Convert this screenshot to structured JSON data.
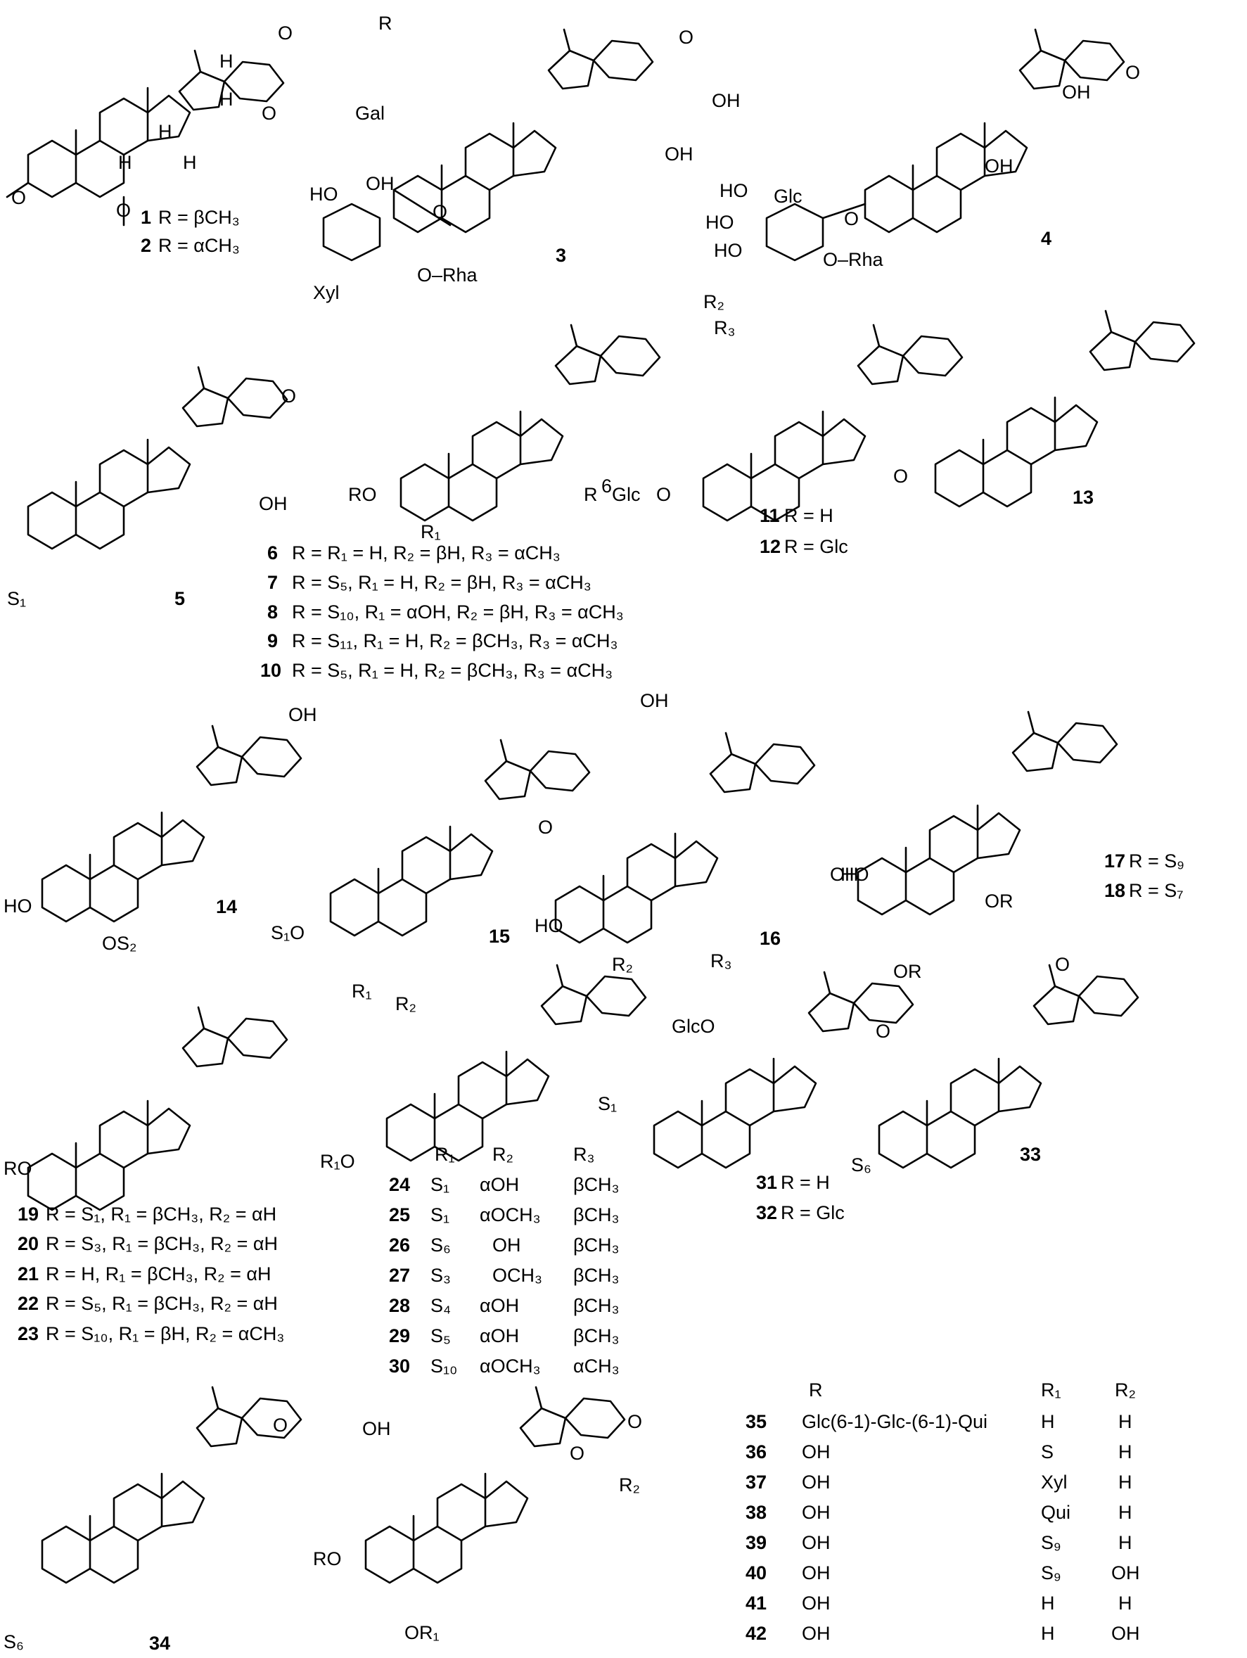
{
  "compounds": [
    {
      "id": "c1",
      "num": "1",
      "sub": "R = βCH₃"
    },
    {
      "id": "c2",
      "num": "2",
      "sub": "R = αCH₃"
    },
    {
      "id": "c3",
      "num": "3",
      "sub": ""
    },
    {
      "id": "c4",
      "num": "4",
      "sub": ""
    },
    {
      "id": "c5",
      "num": "5",
      "sub": ""
    },
    {
      "id": "c6",
      "num": "6",
      "sub": "R = R₁ = H, R₂ = βH, R₃ = αCH₃"
    },
    {
      "id": "c7",
      "num": "7",
      "sub": "R = S₅, R₁ = H, R₂ = βH, R₃ = αCH₃"
    },
    {
      "id": "c8",
      "num": "8",
      "sub": "R = S₁₀, R₁ = αOH, R₂ = βH, R₃ = αCH₃"
    },
    {
      "id": "c9",
      "num": "9",
      "sub": "R = S₁₁, R₁ = H, R₂ = βCH₃, R₃ = αCH₃"
    },
    {
      "id": "c10",
      "num": "10",
      "sub": "R = S₅, R₁ = H, R₂ = βCH₃, R₃ = αCH₃"
    },
    {
      "id": "c11",
      "num": "11",
      "sub": "R = H"
    },
    {
      "id": "c12",
      "num": "12",
      "sub": "R = Glc"
    },
    {
      "id": "c13",
      "num": "13",
      "sub": ""
    },
    {
      "id": "c14",
      "num": "14",
      "sub": ""
    },
    {
      "id": "c15",
      "num": "15",
      "sub": ""
    },
    {
      "id": "c16",
      "num": "16",
      "sub": ""
    },
    {
      "id": "c17",
      "num": "17",
      "sub": "R = S₉"
    },
    {
      "id": "c18",
      "num": "18",
      "sub": "R = S₇"
    },
    {
      "id": "c19",
      "num": "19",
      "sub": "R = S₁, R₁ = βCH₃, R₂ = αH"
    },
    {
      "id": "c20",
      "num": "20",
      "sub": "R = S₃, R₁ = βCH₃, R₂ = αH"
    },
    {
      "id": "c21",
      "num": "21",
      "sub": "R = H, R₁ = βCH₃, R₂ = αH"
    },
    {
      "id": "c22",
      "num": "22",
      "sub": "R = S₅, R₁ = βCH₃, R₂ = αH"
    },
    {
      "id": "c23",
      "num": "23",
      "sub": "R = S₁₀, R₁ = βH, R₂ = αCH₃"
    },
    {
      "id": "c31",
      "num": "31",
      "sub": "R = H"
    },
    {
      "id": "c32",
      "num": "32",
      "sub": "R = Glc"
    },
    {
      "id": "c33",
      "num": "33",
      "sub": ""
    },
    {
      "id": "c34",
      "num": "34",
      "sub": ""
    }
  ],
  "table_24_30": {
    "headers": [
      "R₁",
      "R₂",
      "R₃"
    ],
    "rows": [
      {
        "num": "24",
        "r1": "S₁",
        "r2": "αOH",
        "r3": "βCH₃"
      },
      {
        "num": "25",
        "r1": "S₁",
        "r2": "αOCH₃",
        "r3": "βCH₃"
      },
      {
        "num": "26",
        "r1": "S₆",
        "r2": "OH",
        "r3": "βCH₃"
      },
      {
        "num": "27",
        "r1": "S₃",
        "r2": "OCH₃",
        "r3": "βCH₃"
      },
      {
        "num": "28",
        "r1": "S₄",
        "r2": "αOH",
        "r3": "βCH₃"
      },
      {
        "num": "29",
        "r1": "S₅",
        "r2": "αOH",
        "r3": "βCH₃"
      },
      {
        "num": "30",
        "r1": "S₁₀",
        "r2": "αOCH₃",
        "r3": "αCH₃"
      }
    ]
  },
  "table_35_42": {
    "headers": [
      "R",
      "R₁",
      "R₂"
    ],
    "rows": [
      {
        "num": "35",
        "r": "Glc(6-1)-Glc-(6-1)-Qui",
        "r1": "H",
        "r2": "H"
      },
      {
        "num": "36",
        "r": "OH",
        "r1": "S",
        "r2": "H"
      },
      {
        "num": "37",
        "r": "OH",
        "r1": "Xyl",
        "r2": "H"
      },
      {
        "num": "38",
        "r": "OH",
        "r1": "Qui",
        "r2": "H"
      },
      {
        "num": "39",
        "r": "OH",
        "r1": "S₉",
        "r2": "H"
      },
      {
        "num": "40",
        "r": "OH",
        "r1": "S₉",
        "r2": "OH"
      },
      {
        "num": "41",
        "r": "OH",
        "r1": "H",
        "r2": "H"
      },
      {
        "num": "42",
        "r": "OH",
        "r1": "H",
        "r2": "OH"
      }
    ]
  },
  "atom_labels": [
    {
      "id": "a1",
      "t": "R"
    },
    {
      "id": "a2",
      "t": "O"
    },
    {
      "id": "a3",
      "t": "O"
    },
    {
      "id": "a4",
      "t": "O"
    },
    {
      "id": "a5",
      "t": "O"
    },
    {
      "id": "a6",
      "t": "H"
    },
    {
      "id": "a7",
      "t": "H"
    },
    {
      "id": "a8",
      "t": "H"
    },
    {
      "id": "a9",
      "t": "H"
    },
    {
      "id": "a10",
      "t": "H"
    },
    {
      "id": "a11",
      "t": "Gal"
    },
    {
      "id": "a12",
      "t": "HO"
    },
    {
      "id": "a13",
      "t": "OH"
    },
    {
      "id": "a14",
      "t": "O"
    },
    {
      "id": "a15",
      "t": "O–Rha"
    },
    {
      "id": "a16",
      "t": "Xyl"
    },
    {
      "id": "a17",
      "t": "O"
    },
    {
      "id": "a18",
      "t": "OH"
    },
    {
      "id": "a19",
      "t": "OH"
    },
    {
      "id": "a20",
      "t": "O"
    },
    {
      "id": "a21",
      "t": "Glc"
    },
    {
      "id": "a22",
      "t": "HO"
    },
    {
      "id": "a23",
      "t": "HO"
    },
    {
      "id": "a24",
      "t": "HO"
    },
    {
      "id": "a25",
      "t": "O–Rha"
    },
    {
      "id": "a26",
      "t": "O"
    },
    {
      "id": "a27",
      "t": "OH"
    },
    {
      "id": "a28",
      "t": "OH"
    },
    {
      "id": "a29",
      "t": "O"
    },
    {
      "id": "a30",
      "t": "S₁"
    },
    {
      "id": "a31",
      "t": "OH"
    },
    {
      "id": "a32",
      "t": "RO"
    },
    {
      "id": "a33",
      "t": "R₁"
    },
    {
      "id": "a34",
      "t": "R₂"
    },
    {
      "id": "a35",
      "t": "R₃"
    },
    {
      "id": "a36",
      "t": "R"
    },
    {
      "id": "a37",
      "t": "6"
    },
    {
      "id": "a38",
      "t": "Glc"
    },
    {
      "id": "a39",
      "t": "O"
    },
    {
      "id": "a40",
      "t": "O"
    },
    {
      "id": "a41",
      "t": "OH"
    },
    {
      "id": "a42",
      "t": "OH"
    },
    {
      "id": "a43",
      "t": "HO"
    },
    {
      "id": "a44",
      "t": "OS₂"
    },
    {
      "id": "a45",
      "t": "S₁O"
    },
    {
      "id": "a46",
      "t": "OH"
    },
    {
      "id": "a47",
      "t": "O"
    },
    {
      "id": "a48",
      "t": "HO"
    },
    {
      "id": "a49",
      "t": "HO"
    },
    {
      "id": "a50",
      "t": "OR"
    },
    {
      "id": "a51",
      "t": "RO"
    },
    {
      "id": "a52",
      "t": "R₁"
    },
    {
      "id": "a53",
      "t": "R₂"
    },
    {
      "id": "a54",
      "t": "R₁O"
    },
    {
      "id": "a55",
      "t": "R₂"
    },
    {
      "id": "a56",
      "t": "R₃"
    },
    {
      "id": "a57",
      "t": "GlcO"
    },
    {
      "id": "a58",
      "t": "S₁"
    },
    {
      "id": "a59",
      "t": "OR"
    },
    {
      "id": "a60",
      "t": "S₆"
    },
    {
      "id": "a61",
      "t": "OH"
    },
    {
      "id": "a62",
      "t": "S₆"
    },
    {
      "id": "a63",
      "t": "RO"
    },
    {
      "id": "a64",
      "t": "OR₁"
    },
    {
      "id": "a65",
      "t": "R₂"
    },
    {
      "id": "a66",
      "t": "O"
    },
    {
      "id": "a67",
      "t": "O"
    },
    {
      "id": "a68",
      "t": "O"
    },
    {
      "id": "a69",
      "t": "O"
    },
    {
      "id": "a70",
      "t": "O"
    }
  ]
}
